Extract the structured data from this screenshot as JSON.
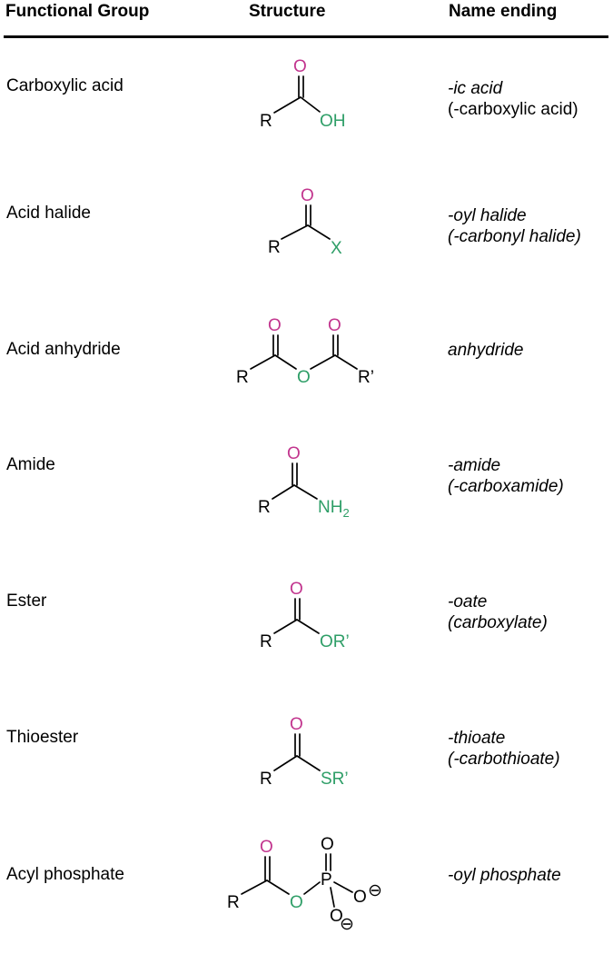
{
  "header": {
    "col_group": "Functional Group",
    "col_structure": "Structure",
    "col_ending": "Name ending"
  },
  "rows": [
    {
      "group": "Carboxylic acid",
      "ending": [
        "-ic acid",
        "(-carboxylic acid)"
      ],
      "atoms": {
        "r": "R",
        "o": "O",
        "x": "OH"
      }
    },
    {
      "group": "Acid halide",
      "ending": [
        "-oyl halide",
        "(-carbonyl halide)"
      ],
      "atoms": {
        "r": "R",
        "o": "O",
        "x": "X"
      }
    },
    {
      "group": "Acid anhydride",
      "ending": [
        "anhydride"
      ],
      "atoms": {
        "r": "R",
        "o1": "O",
        "o2": "O",
        "obridge": "O",
        "r2": "R’"
      }
    },
    {
      "group": "Amide",
      "ending": [
        "-amide",
        "(-carboxamide)"
      ],
      "atoms": {
        "r": "R",
        "o": "O",
        "x": "NH",
        "sub": "2"
      }
    },
    {
      "group": "Ester",
      "ending": [
        "-oate",
        "(carboxylate)"
      ],
      "atoms": {
        "r": "R",
        "o": "O",
        "x": "OR’"
      }
    },
    {
      "group": "Thioester",
      "ending": [
        "-thioate",
        "(-carbothioate)"
      ],
      "atoms": {
        "r": "R",
        "o": "O",
        "x": "SR’"
      }
    },
    {
      "group": "Acyl phosphate",
      "ending": [
        "-oyl phosphate"
      ],
      "atoms": {
        "r": "R",
        "o": "O",
        "obridge": "O",
        "p": "P",
        "po_top": "O",
        "po_right": "O",
        "po_bottom": "O",
        "charge": "⊖"
      }
    }
  ]
}
